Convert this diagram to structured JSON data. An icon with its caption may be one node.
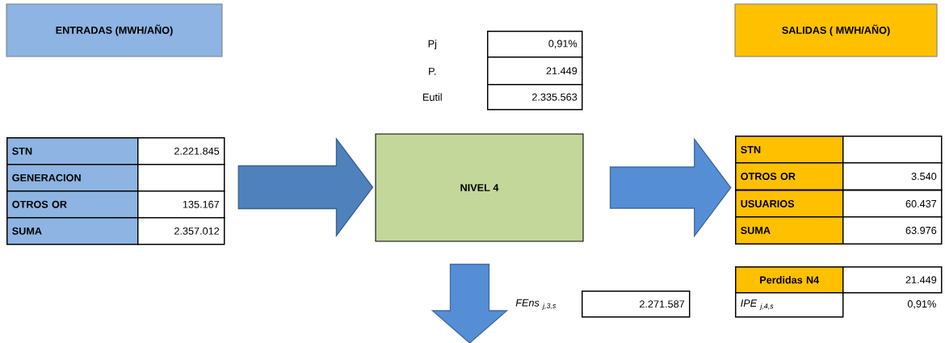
{
  "diagram": {
    "nodes": [
      {
        "text": [
          "ENTRADAS (MWH/AÑO)"
        ]
      },
      {
        "text": [
          "SALIDAS ( MWH/AÑO)"
        ]
      },
      {
        "text": [
          "STN",
          "2.221.845",
          "GENERACION",
          "OTROS OR",
          "135.167",
          "SUMA",
          "2.357.012"
        ]
      },
      {
        "text": [
          "NIVEL 4"
        ]
      },
      {
        "text": [
          "STN",
          "OTROS OR",
          "3.540",
          "USUARIOS",
          "60.437",
          "SUMA",
          "63.976"
        ]
      }
    ],
    "edges": [
      {
        "from": 2,
        "to": 3,
        "arrow": "to",
        "color": "#4f81bd"
      },
      {
        "from": 3,
        "to": 4,
        "arrow": "to"
      },
      {
        "from": 3,
        "to": null,
        "arrow": "to"
      }
    ],
    "labels": [
      "Pj",
      "0,91%",
      "P.",
      "21.449",
      "Eutil",
      "2.335.563",
      "FEns $_{j,3,s}$",
      "2.271.587",
      "Perdidas N4",
      "21.449",
      "IPE $_{j,4,s}$",
      "0,91%"
    ]
  }
}
